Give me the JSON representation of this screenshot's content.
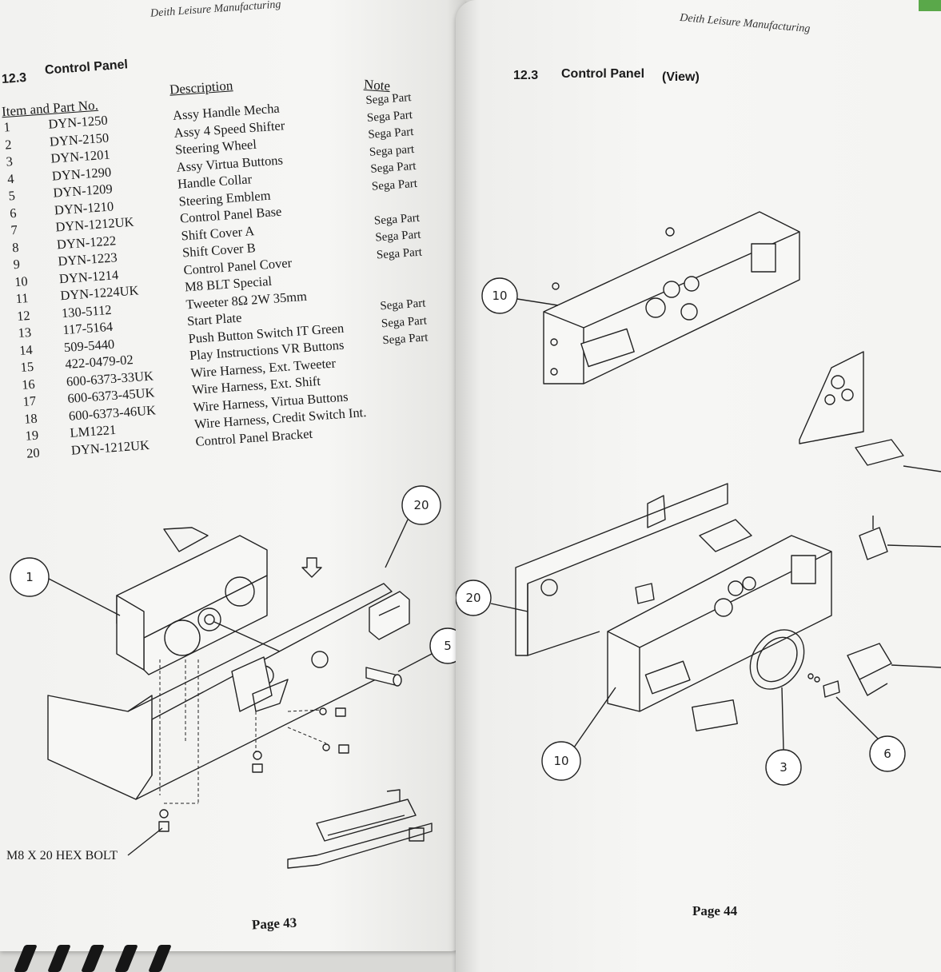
{
  "left_page": {
    "header": "Deith Leisure Manufacturing",
    "section_number": "12.3",
    "section_title": "Control Panel",
    "columns": {
      "item_part": "Item and Part No.",
      "description": "Description",
      "note": "Note"
    },
    "parts": [
      {
        "item": "1",
        "part_no": "DYN-1250",
        "description": "Assy Handle Mecha",
        "note": "Sega Part"
      },
      {
        "item": "2",
        "part_no": "DYN-2150",
        "description": "Assy 4 Speed Shifter",
        "note": "Sega Part"
      },
      {
        "item": "3",
        "part_no": "DYN-1201",
        "description": "Steering Wheel",
        "note": "Sega Part"
      },
      {
        "item": "4",
        "part_no": "DYN-1290",
        "description": "Assy Virtua Buttons",
        "note": "Sega part"
      },
      {
        "item": "5",
        "part_no": "DYN-1209",
        "description": "Handle Collar",
        "note": "Sega Part"
      },
      {
        "item": "6",
        "part_no": "DYN-1210",
        "description": "Steering Emblem",
        "note": "Sega Part"
      },
      {
        "item": "7",
        "part_no": "DYN-1212UK",
        "description": "Control Panel Base",
        "note": ""
      },
      {
        "item": "8",
        "part_no": "DYN-1222",
        "description": "Shift Cover A",
        "note": "Sega Part"
      },
      {
        "item": "9",
        "part_no": "DYN-1223",
        "description": "Shift Cover B",
        "note": "Sega Part"
      },
      {
        "item": "10",
        "part_no": "DYN-1214",
        "description": "Control Panel Cover",
        "note": "Sega Part"
      },
      {
        "item": "11",
        "part_no": "DYN-1224UK",
        "description": "M8 BLT Special",
        "note": ""
      },
      {
        "item": "12",
        "part_no": "130-5112",
        "description": "Tweeter 8Ω 2W  35mm",
        "note": ""
      },
      {
        "item": "13",
        "part_no": "117-5164",
        "description": "Start Plate",
        "note": "Sega Part"
      },
      {
        "item": "14",
        "part_no": "509-5440",
        "description": "Push Button Switch IT Green",
        "note": "Sega Part"
      },
      {
        "item": "15",
        "part_no": "422-0479-02",
        "description": "Play Instructions VR Buttons",
        "note": "Sega Part"
      },
      {
        "item": "16",
        "part_no": "600-6373-33UK",
        "description": "Wire Harness, Ext. Tweeter",
        "note": ""
      },
      {
        "item": "17",
        "part_no": "600-6373-45UK",
        "description": "Wire Harness, Ext. Shift",
        "note": ""
      },
      {
        "item": "18",
        "part_no": "600-6373-46UK",
        "description": "Wire Harness, Virtua Buttons",
        "note": ""
      },
      {
        "item": "19",
        "part_no": "LM1221",
        "description": "Wire Harness, Credit Switch Int.",
        "note": ""
      },
      {
        "item": "20",
        "part_no": "DYN-1212UK",
        "description": "Control Panel Bracket",
        "note": ""
      }
    ],
    "diagram": {
      "callouts": [
        "1",
        "20",
        "5"
      ],
      "bolt_label": "M8 X 20 HEX BOLT"
    },
    "page_label": "Page 43"
  },
  "right_page": {
    "header": "Deith Leisure Manufacturing",
    "section_number": "12.3",
    "section_title": "Control Panel",
    "section_suffix": "(View)",
    "diagram": {
      "callouts": [
        "10",
        "20",
        "10",
        "3",
        "6"
      ]
    },
    "page_label": "Page 44"
  },
  "colors": {
    "paper": "#f4f4f2",
    "ink": "#1a1a1a",
    "background": "#d9d9d6",
    "binding": "#161616"
  }
}
